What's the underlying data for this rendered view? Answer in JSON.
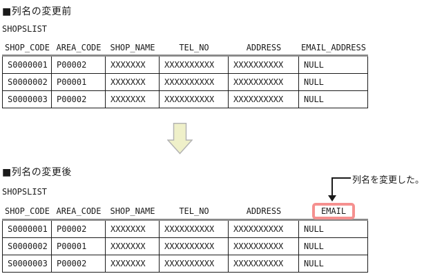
{
  "figure": {
    "before": {
      "title": "■列名の変更前",
      "table_label": "SHOPSLIST",
      "columns": [
        "SHOP_CODE",
        "AREA_CODE",
        "SHOP_NAME",
        "TEL_NO",
        "ADDRESS",
        "EMAIL_ADDRESS"
      ],
      "rows": [
        [
          "S0000001",
          "P00002",
          "XXXXXXX",
          "XXXXXXXXXX",
          "XXXXXXXXXX",
          "NULL"
        ],
        [
          "S0000002",
          "P00001",
          "XXXXXXX",
          "XXXXXXXXXX",
          "XXXXXXXXXX",
          "NULL"
        ],
        [
          "S0000003",
          "P00002",
          "XXXXXXX",
          "XXXXXXXXXX",
          "XXXXXXXXXX",
          "NULL"
        ]
      ]
    },
    "after": {
      "title": "■列名の変更後",
      "table_label": "SHOPSLIST",
      "columns": [
        "SHOP_CODE",
        "AREA_CODE",
        "SHOP_NAME",
        "TEL_NO",
        "ADDRESS",
        "EMAIL"
      ],
      "rows": [
        [
          "S0000001",
          "P00002",
          "XXXXXXX",
          "XXXXXXXXXX",
          "XXXXXXXXXX",
          "NULL"
        ],
        [
          "S0000002",
          "P00001",
          "XXXXXXX",
          "XXXXXXXXXX",
          "XXXXXXXXXX",
          "NULL"
        ],
        [
          "S0000003",
          "P00002",
          "XXXXXXX",
          "XXXXXXXXXX",
          "XXXXXXXXXX",
          "NULL"
        ]
      ],
      "callout_text": "列名を変更した。"
    },
    "colors": {
      "highlight_box_border": "#f5908f",
      "arrow_fill": "#eff0c9",
      "arrow_border": "#b3b3b3",
      "table_border": "#1a1a1a",
      "table_top_band": "#8a8a8a",
      "text": "#1a1a1a",
      "background": "#ffffff"
    }
  }
}
